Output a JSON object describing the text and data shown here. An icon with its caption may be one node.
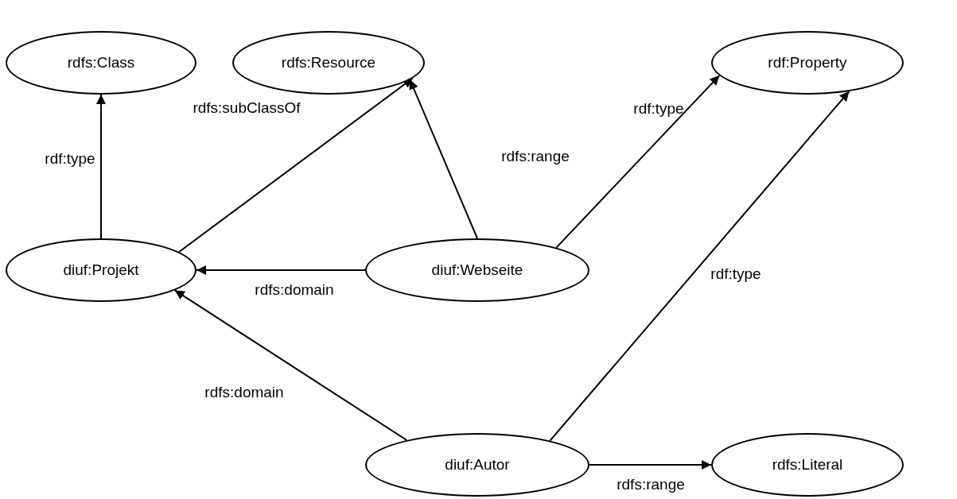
{
  "diagram": {
    "nodes": [
      {
        "text": [
          "rdfs:Class"
        ]
      },
      {
        "text": [
          "rdfs:Resource"
        ]
      },
      {
        "text": [
          "rdf:Property"
        ]
      },
      {
        "text": [
          "diuf:Projekt"
        ]
      },
      {
        "text": [
          "diuf:Webseite"
        ]
      },
      {
        "text": [
          "diuf:Autor"
        ]
      },
      {
        "text": [
          "rdfs:Literal"
        ]
      }
    ],
    "edges": [
      {
        "from": 3,
        "to": 0,
        "arrow": "to",
        "label": "rdf:type"
      },
      {
        "from": 3,
        "to": 1,
        "arrow": "to",
        "label": "rdfs:subClassOf"
      },
      {
        "from": 4,
        "to": 1,
        "arrow": "to",
        "label": "rdfs:range"
      },
      {
        "from": 4,
        "to": 2,
        "arrow": "to",
        "label": "rdf:type"
      },
      {
        "from": 4,
        "to": 3,
        "arrow": "to",
        "label": "rdfs:domain"
      },
      {
        "from": 5,
        "to": 3,
        "arrow": "to",
        "label": "rdfs:domain"
      },
      {
        "from": 5,
        "to": 2,
        "arrow": "to",
        "label": "rdf:type"
      },
      {
        "from": 5,
        "to": 6,
        "arrow": "to",
        "label": "rdfs:range"
      }
    ]
  }
}
